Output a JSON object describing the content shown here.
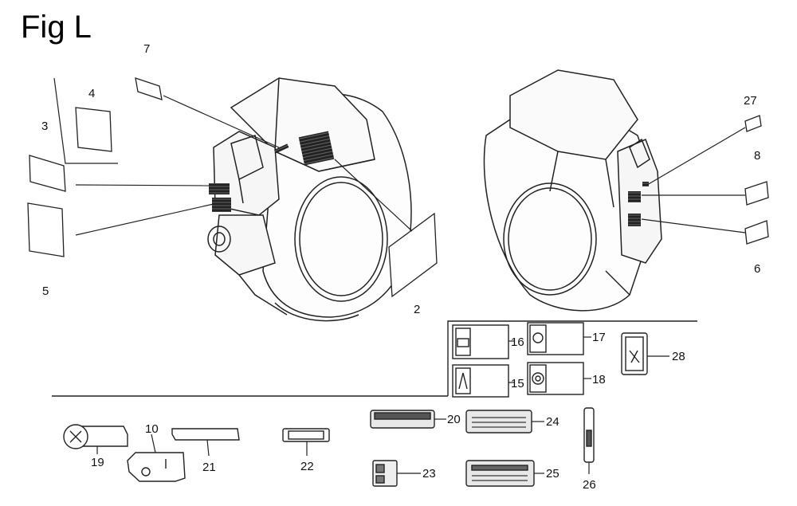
{
  "figure": {
    "title": "Fig L"
  },
  "callouts": [
    "2",
    "3",
    "4",
    "5",
    "6",
    "7",
    "8",
    "10",
    "15",
    "16",
    "17",
    "18",
    "19",
    "20",
    "21",
    "22",
    "23",
    "24",
    "25",
    "26",
    "27",
    "28"
  ]
}
